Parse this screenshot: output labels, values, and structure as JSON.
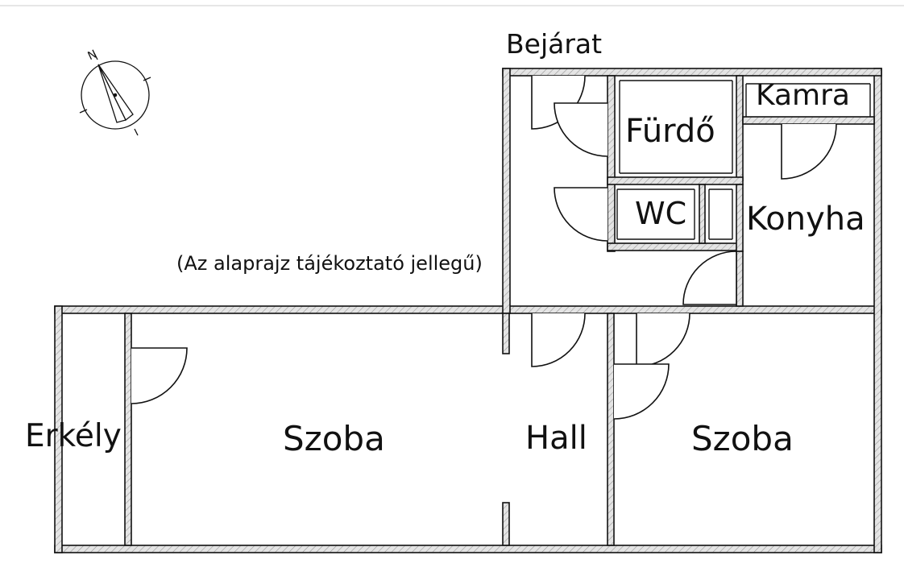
{
  "floor_plan": {
    "labels": {
      "entrance": "Bejárat",
      "pantry": "Kamra",
      "bathroom": "Fürdő",
      "wc": "WC",
      "kitchen": "Konyha",
      "note": "(Az alaprajz tájékoztató jellegű)",
      "balcony": "Erkély",
      "room_left": "Szoba",
      "hall": "Hall",
      "room_right": "Szoba"
    },
    "compass": {
      "north_label": "N"
    },
    "colors": {
      "wall_fill": "#dcdcdc",
      "line": "#111111",
      "background": "#ffffff"
    }
  }
}
